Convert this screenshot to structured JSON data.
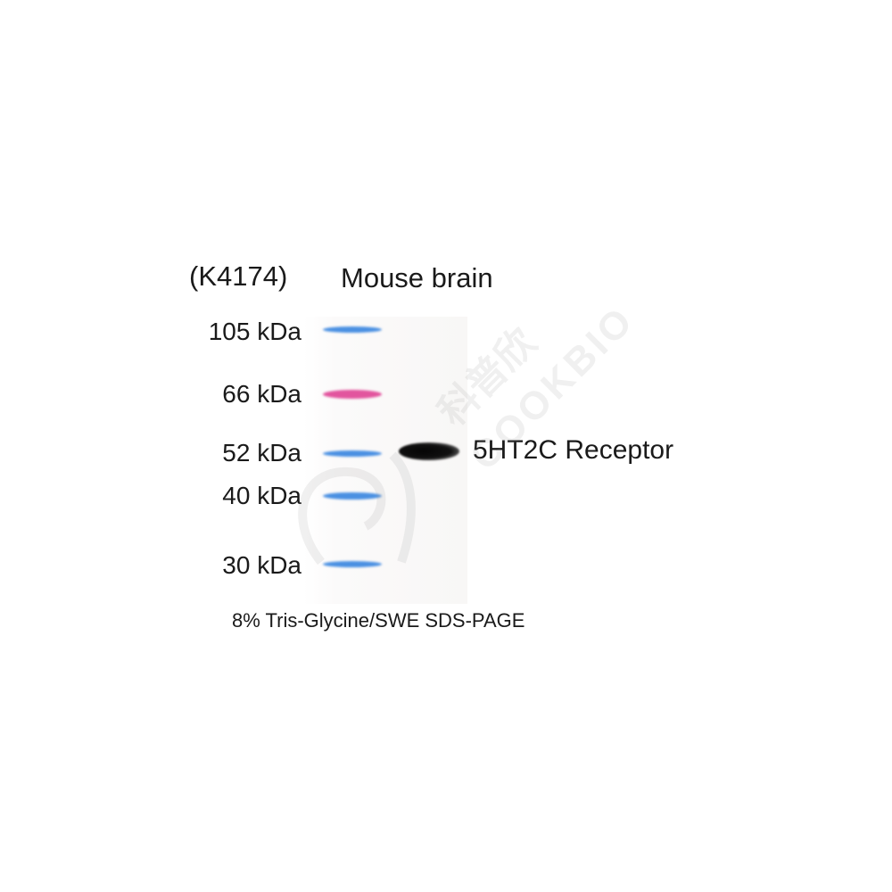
{
  "header": {
    "antibody_id": "(K4174)",
    "sample": "Mouse brain"
  },
  "ladder": [
    {
      "label": "105 kDa",
      "color": "#4a90e2"
    },
    {
      "label": "66 kDa",
      "color": "#e2559e"
    },
    {
      "label": "52 kDa",
      "color": "#4a90e2"
    },
    {
      "label": "40 kDa",
      "color": "#4a90e2"
    },
    {
      "label": "30 kDa",
      "color": "#4a90e2"
    }
  ],
  "target": {
    "label": "5HT2C Receptor"
  },
  "footer": {
    "method": "8% Tris-Glycine/SWE SDS-PAGE"
  },
  "watermark": {
    "text_cn": "科普欣",
    "text_en": "COOKBIO"
  }
}
